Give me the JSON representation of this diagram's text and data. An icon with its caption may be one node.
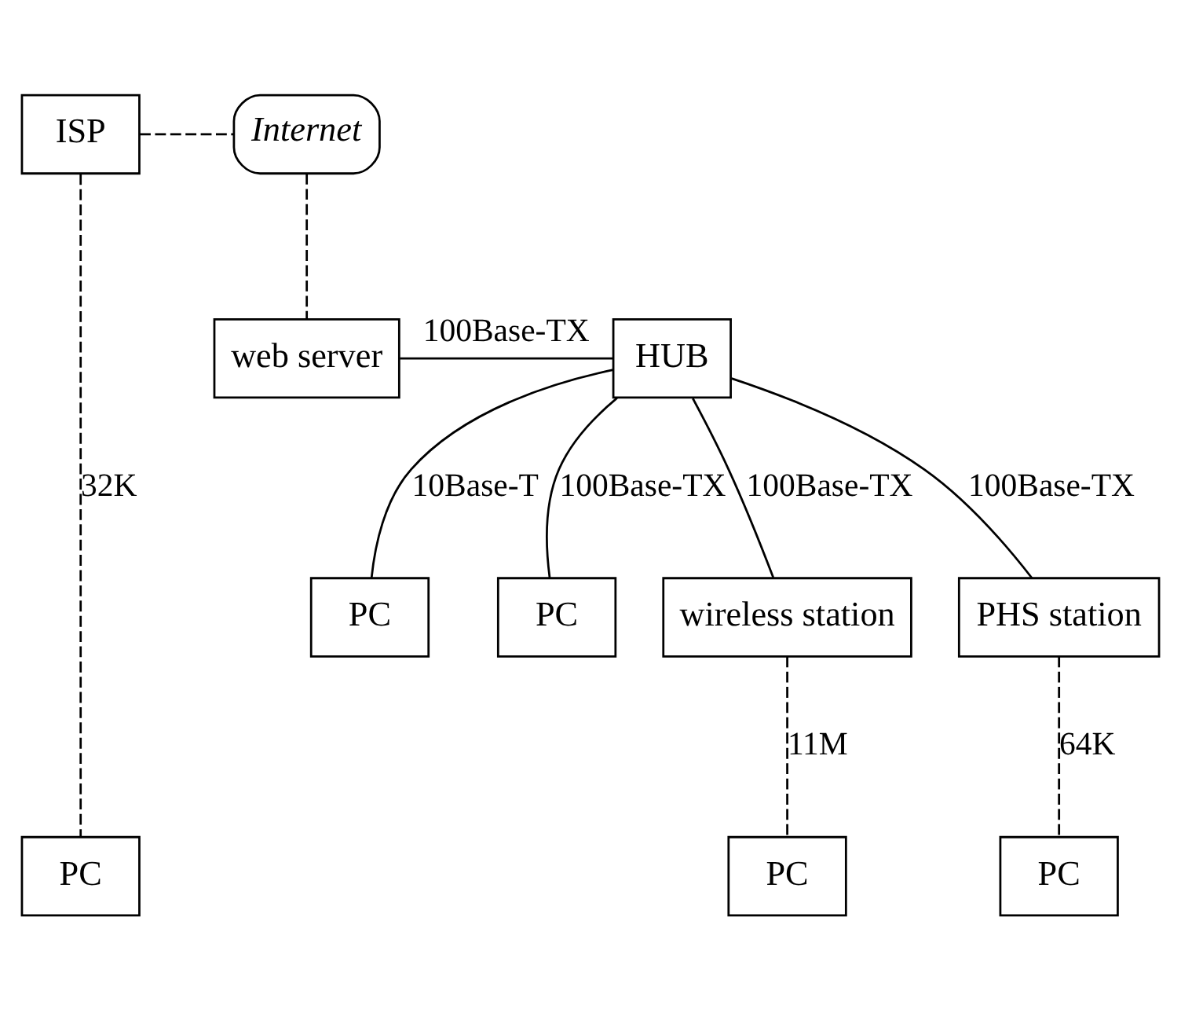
{
  "diagram": {
    "nodes": [
      {
        "text": [
          "ISP"
        ]
      },
      {
        "text": [
          "Internet"
        ]
      },
      {
        "text": [
          "web server"
        ]
      },
      {
        "text": [
          "HUB"
        ]
      },
      {
        "text": [
          "PC"
        ]
      },
      {
        "text": [
          "PC"
        ]
      },
      {
        "text": [
          "wireless station"
        ]
      },
      {
        "text": [
          "PHS station"
        ]
      },
      {
        "text": [
          "PC"
        ]
      },
      {
        "text": [
          "PC"
        ]
      },
      {
        "text": [
          "PC"
        ]
      }
    ],
    "edges": [
      {
        "from": 0,
        "to": 1,
        "arrow": "none",
        "style": "dashed"
      },
      {
        "from": 1,
        "to": 2,
        "arrow": "none",
        "style": "dashed"
      },
      {
        "from": 2,
        "to": 3,
        "arrow": "none",
        "label": "100Base-TX"
      },
      {
        "from": 3,
        "to": 4,
        "arrow": "none",
        "label": "10Base-T"
      },
      {
        "from": 3,
        "to": 5,
        "arrow": "none",
        "label": "100Base-TX"
      },
      {
        "from": 3,
        "to": 6,
        "arrow": "none",
        "label": "100Base-TX"
      },
      {
        "from": 3,
        "to": 7,
        "arrow": "none",
        "label": "100Base-TX"
      },
      {
        "from": 0,
        "to": 8,
        "arrow": "none",
        "style": "dashed",
        "label": "32K"
      },
      {
        "from": 6,
        "to": 9,
        "arrow": "none",
        "style": "dashed",
        "label": "11M"
      },
      {
        "from": 7,
        "to": 10,
        "arrow": "none",
        "style": "dashed",
        "label": "64K"
      }
    ]
  }
}
